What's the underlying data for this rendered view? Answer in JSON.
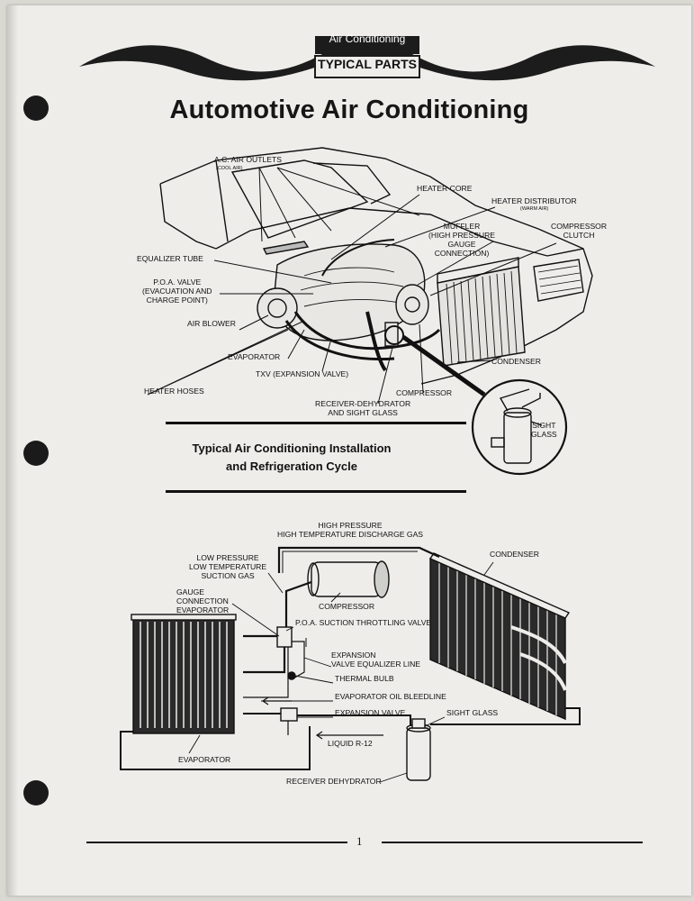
{
  "header": {
    "section": "Air Conditioning",
    "subsection": "TYPICAL PARTS"
  },
  "title": "Automotive Air Conditioning",
  "figure1": {
    "labels": {
      "ac_outlets": "A.C. AIR OUTLETS",
      "ac_outlets_sub": "(COOL AIR)",
      "heater_core": "HEATER CORE",
      "heater_distributor": "HEATER DISTRIBUTOR",
      "heater_distributor_sub": "(WARM AIR)",
      "muffler": "MUFFLER\n(HIGH PRESSURE\nGAUGE\nCONNECTION)",
      "compressor_clutch": "COMPRESSOR\nCLUTCH",
      "equalizer_tube": "EQUALIZER TUBE",
      "poa_valve": "P.O.A. VALVE\n(EVACUATION AND\nCHARGE POINT)",
      "air_blower": "AIR BLOWER",
      "evaporator": "EVAPORATOR",
      "txv": "TXV (EXPANSION VALVE)",
      "heater_hoses": "HEATER HOSES",
      "compressor": "COMPRESSOR",
      "receiver": "RECEIVER-DEHYDRATOR\nAND SIGHT GLASS",
      "condenser": "CONDENSER",
      "sight_glass": "SIGHT\nGLASS"
    }
  },
  "caption": {
    "line1": "Typical Air Conditioning Installation",
    "line2": "and Refrigeration Cycle"
  },
  "figure2": {
    "labels": {
      "high_pressure": "HIGH PRESSURE\nHIGH TEMPERATURE DISCHARGE GAS",
      "condenser": "CONDENSER",
      "low_pressure": "LOW PRESSURE\nLOW TEMPERATURE\nSUCTION GAS",
      "compressor": "COMPRESSOR",
      "gauge": "GAUGE\nCONNECTION\nEVAPORATOR",
      "poa": "P.O.A. SUCTION THROTTLING VALVE",
      "exp_equalizer": "EXPANSION\nVALVE EQUALIZER LINE",
      "thermal_bulb": "THERMAL BULB",
      "oil_bleed": "EVAPORATOR OIL BLEEDLINE",
      "expansion_valve": "EXPANSION VALVE",
      "sight_glass": "SIGHT GLASS",
      "liquid": "LIQUID R-12",
      "evaporator": "EVAPORATOR",
      "receiver": "RECEIVER DEHYDRATOR"
    }
  },
  "page_number": "1"
}
